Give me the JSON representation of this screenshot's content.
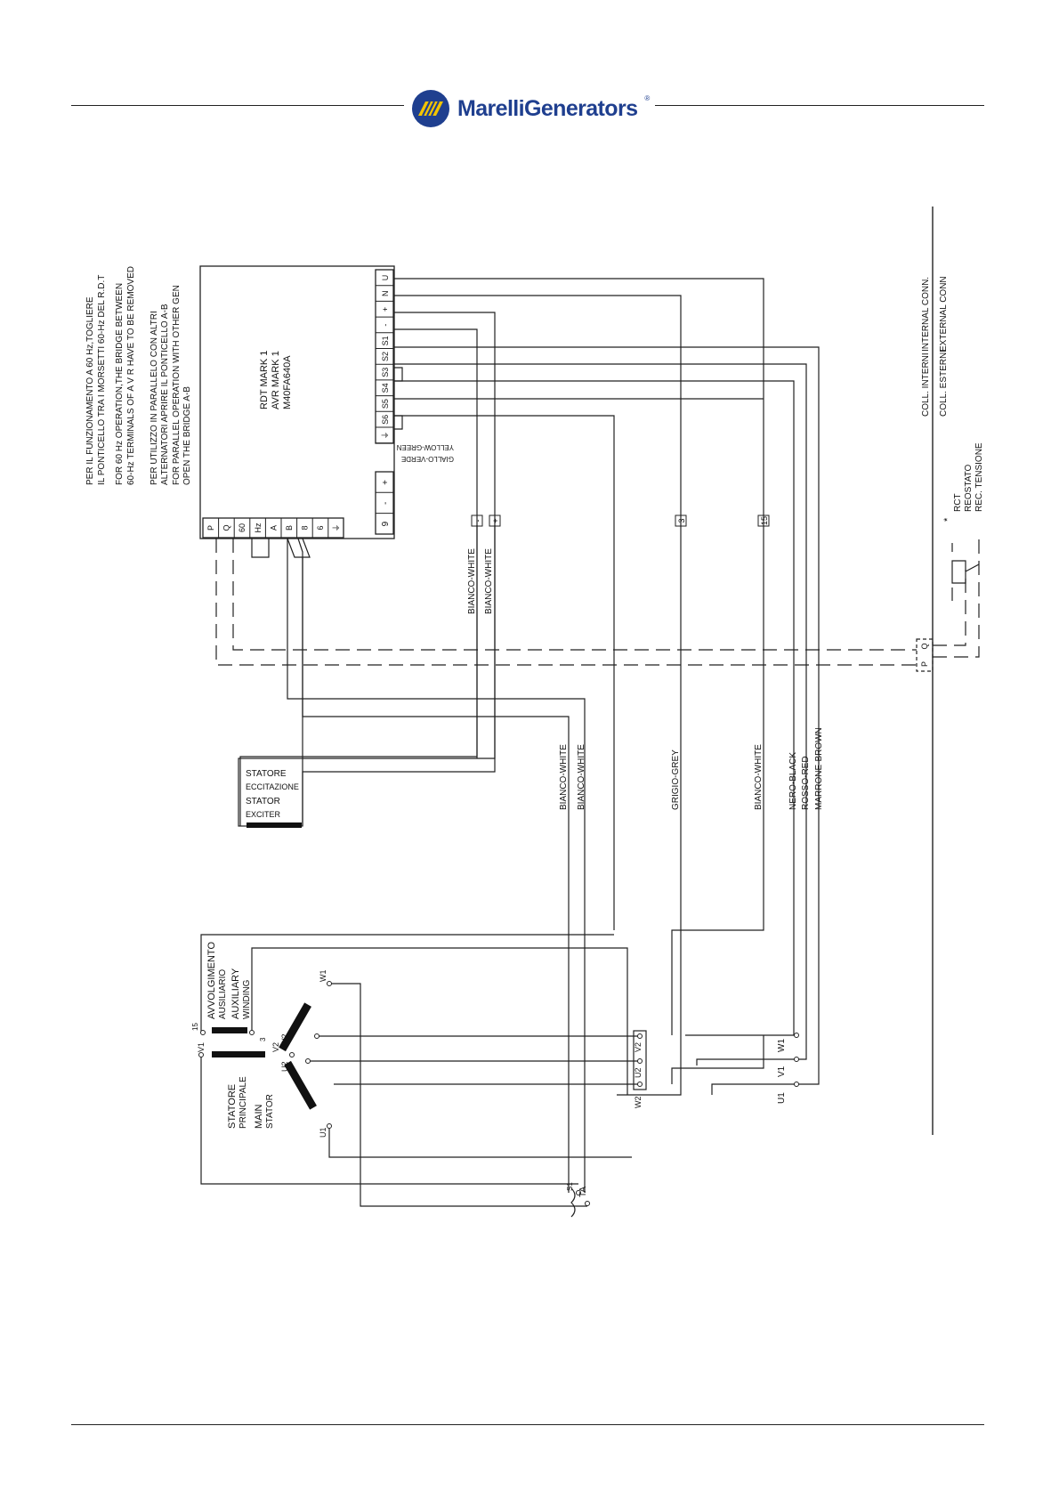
{
  "brand": {
    "name": "MarelliGenerators",
    "registered": "®",
    "logo_icon": "marelli-logo-icon",
    "color_blue": "#1f3f8f",
    "color_yellow": "#f2c400"
  },
  "notes": {
    "n60_it_1": "PER IL FUNZIONAMENTO A 60 Hz,TOGLIERE",
    "n60_it_2": "IL PONTICELLO TRA I MORSETTI 60-Hz DEL R.D.T",
    "n60_en_1": "FOR 60 Hz OPERATION,THE BRIDGE BETWEEN",
    "n60_en_2": "60-Hz TERMINALS OF A V R HAVE TO BE REMOVED",
    "par_it_1": "PER UTILIZZO IN PARALLELO CON ALTRI",
    "par_it_2": "ALTERNATORI APRIRE IL PONTICELLO A-B",
    "par_en_1": "FOR PARALLEL OPERATION WITH OTHER GEN",
    "par_en_2": "OPEN THE BRIDGE A-B"
  },
  "avr": {
    "line1": "RDT MARK 1",
    "line2": "AVR MARK 1",
    "line3": "M40FA640A"
  },
  "avr_right_terminals": [
    "U",
    "N",
    "+",
    "-",
    "S1",
    "S2",
    "S3",
    "S4",
    "S5",
    "S6",
    "⏚"
  ],
  "avr_right_lower_terminals": [
    "+",
    "-",
    "9"
  ],
  "avr_bottom_terminals": [
    "P",
    "Q",
    "60",
    "Hz",
    "A",
    "B",
    "8",
    "6",
    "⏚"
  ],
  "ground": {
    "it": "GIALLO-VERDE",
    "en": "YELLOW-GREEN"
  },
  "cable_labels": {
    "minus_tag": "-",
    "plus_tag": "+",
    "tag_3": "3",
    "tag_15": "15",
    "exc_minus": "BIANCO-WHITE",
    "exc_plus": "BIANCO-WHITE",
    "ta_a": "BIANCO-WHITE",
    "ta_b": "BIANCO-WHITE",
    "grey": "GRIGIO-GREY",
    "aux15": "BIANCO-WHITE",
    "black": "NERO-BLACK",
    "red": "ROSSO-RED",
    "brown": "MARRONE-BROWN"
  },
  "exciter": {
    "it1": "STATORE",
    "it2": "ECCITAZIONE",
    "en1": "STATOR",
    "en2": "EXCITER"
  },
  "aux_winding": {
    "it1": "AVVOLGIMENTO",
    "it2": "AUSILIARIO",
    "en1": "AUXILIARY",
    "en2": "WINDING",
    "t15": "15",
    "t3": "3"
  },
  "main_stator": {
    "it1": "STATORE",
    "it2": "PRINCIPALE",
    "en1": "MAIN",
    "en2": "STATOR",
    "v1": "V1",
    "v2": "V2",
    "w1": "W1",
    "w2": "W2",
    "u1": "U1",
    "u2": "U2"
  },
  "terminal_block": {
    "v2": "V2",
    "u2": "U2",
    "w2": "W2"
  },
  "outputs": {
    "w1": "W1",
    "v1": "V1",
    "u1": "U1"
  },
  "ct": {
    "s1": "S1",
    "ta": "TA"
  },
  "connections": {
    "int_it": "COLL. INTERNI",
    "int_en": "INTERNAL CONN.",
    "ext_it": "COLL. ESTERNI",
    "ext_en": "EXTERNAL CONN"
  },
  "rct": {
    "star": "*",
    "l1": "RCT",
    "l2": "REOSTATO",
    "l3": "REC. TENSIONE"
  },
  "pq_box": {
    "p": "P",
    "q": "Q"
  }
}
